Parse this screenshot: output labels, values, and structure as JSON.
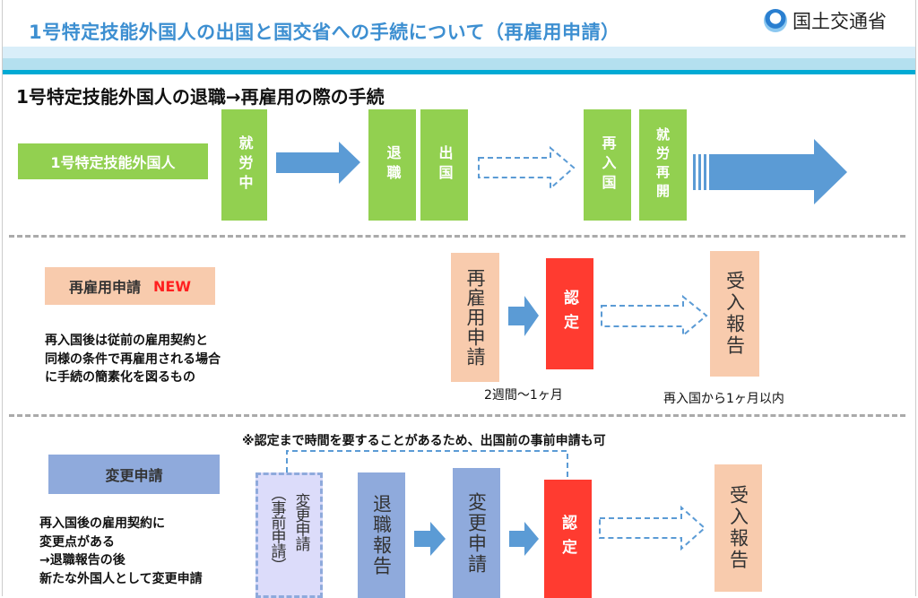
{
  "header": {
    "title": "1号特定技能外国人の出国と国交省への手続について（再雇用申請）",
    "logo_text": "国土交通省"
  },
  "subtitle": "1号特定技能外国人の退職→再雇用の際の手続",
  "flow1": {
    "start": "1号特定技能外国人",
    "working": "就労中",
    "resign": "退職",
    "depart": "出国",
    "reenter": "再入国",
    "resume": "就労再開"
  },
  "rehire": {
    "label": "再雇用申請",
    "badge": "NEW",
    "desc": [
      "再入国後は従前の雇用契約と",
      "同様の条件で再雇用される場合",
      "に手続の簡素化を図るもの"
    ],
    "step_apply": "再雇用申請",
    "step_approve": "認定",
    "step_report": "受入報告",
    "duration": "2週間～1ヶ月",
    "report_deadline": "再入国から1ヶ月以内"
  },
  "change": {
    "note": "※認定まで時間を要することがあるため、出国前の事前申請も可",
    "label": "変更申請",
    "desc": [
      "再入国後の雇用契約に",
      "変更点がある",
      "→退職報告の後",
      "新たな外国人として変更申請"
    ],
    "pre_apply_main": "変更申請",
    "pre_apply_sub": "（事前申請）",
    "step_resign_report": "退職報告",
    "step_apply": "変更申請",
    "step_approve": "認定",
    "step_report": "受入報告"
  },
  "colors": {
    "green": "#92d050",
    "peach": "#f8cbad",
    "red": "#ff3b30",
    "blue": "#8faadc",
    "arrow": "#5b9bd5",
    "title": "#3d8fd1"
  }
}
